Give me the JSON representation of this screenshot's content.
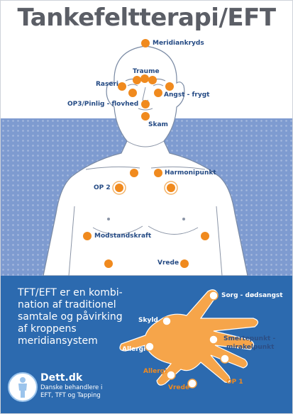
{
  "title": "Tankefeltterapi/EFT",
  "body_points": {
    "meridiankryds": "Meridiankryds",
    "traume": "Traume",
    "raseri": "Raseri",
    "angst_frygt": "Angst - frygt",
    "op3": "OP3/Pinlig - flovhed",
    "skam": "Skam",
    "harmonipunkt": "Harmonipunkt",
    "op2": "OP 2",
    "modstandskraft": "Modstandskraft",
    "vrede": "Vrede"
  },
  "info_text": "TFT/EFT er en kombination af traditionel samtale og påvirking af kroppens meridiansystem",
  "info_lines": [
    "TFT/EFT er en kombi-",
    "nation af traditionel",
    "samtale og påvirking",
    "af kroppens",
    "meridiansystem"
  ],
  "hand_points": {
    "sorg": "Sorg - dødsangst",
    "skyld": "Skyld",
    "allergi_white": "Allergi",
    "smerte_line1": "Smertepunkt -",
    "smerte_line2": "mirakelpunkt",
    "allergi_orange": "Allergi",
    "vrede": "Vrede",
    "op1": "OP 1"
  },
  "logo": {
    "name": "Dett.dk",
    "tagline_line1": "Danske behandlere i",
    "tagline_line2": "EFT, TFT og Tapping"
  },
  "colors": {
    "title": "#5b5e66",
    "band": "#7e9bd0",
    "point": "#f08a1e",
    "label": "#244a84",
    "info_box": "#2c6aaf",
    "hand": "#f6a54a"
  }
}
